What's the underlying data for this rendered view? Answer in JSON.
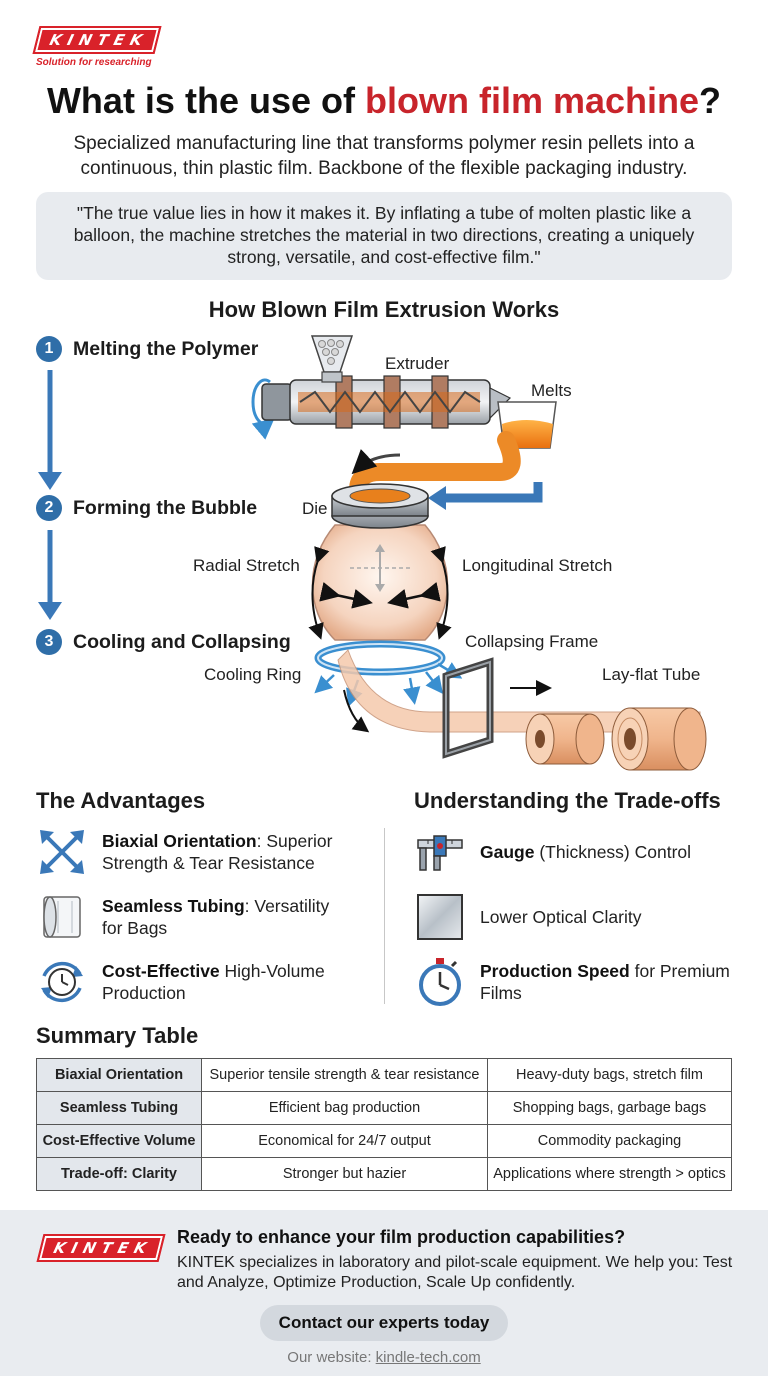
{
  "brand": {
    "name": "KINTEK",
    "tagline": "Solution for researching"
  },
  "title": {
    "prefix": "What is the use of ",
    "highlight": "blown film machine",
    "suffix": "?"
  },
  "subtitle": "Specialized manufacturing line that transforms polymer resin pellets into a continuous, thin plastic film. Backbone of the flexible packaging industry.",
  "quote": "\"The true value lies in how it makes it. By inflating a tube of molten plastic like a balloon, the machine stretches the material in two directions, creating a uniquely strong, versatile, and cost-effective film.\"",
  "process": {
    "heading": "How Blown Film Extrusion Works",
    "steps": [
      {
        "num": "1",
        "label": "Melting the Polymer"
      },
      {
        "num": "2",
        "label": "Forming the Bubble"
      },
      {
        "num": "3",
        "label": "Cooling and Collapsing"
      }
    ],
    "labels": {
      "extruder": "Extruder",
      "melts": "Melts",
      "die": "Die",
      "radial": "Radial Stretch",
      "longitudinal": "Longitudinal Stretch",
      "collapsing_frame": "Collapsing Frame",
      "cooling_ring": "Cooling Ring",
      "layflat": "Lay-flat Tube"
    }
  },
  "advantages": {
    "heading": "The Advantages",
    "items": [
      {
        "icon": "biaxial-arrows-icon",
        "bold": "Biaxial Orientation",
        "rest": ": Superior Strength & Tear Resistance"
      },
      {
        "icon": "film-roll-icon",
        "bold": "Seamless Tubing",
        "rest": ": Versatility for Bags"
      },
      {
        "icon": "cycle-clock-icon",
        "bold": "Cost-Effective",
        "rest": " High-Volume Production"
      }
    ]
  },
  "tradeoffs": {
    "heading": "Understanding the Trade-offs",
    "items": [
      {
        "icon": "caliper-icon",
        "bold": "Gauge",
        "rest": " (Thickness) Control"
      },
      {
        "icon": "clarity-pane-icon",
        "bold": "",
        "rest": "Lower Optical Clarity"
      },
      {
        "icon": "stopwatch-icon",
        "bold": "Production Speed",
        "rest": " for Premium Films"
      }
    ]
  },
  "summary": {
    "heading": "Summary Table",
    "rows": [
      [
        "Biaxial Orientation",
        "Superior tensile strength & tear resistance",
        "Heavy-duty bags, stretch film"
      ],
      [
        "Seamless Tubing",
        "Efficient bag production",
        "Shopping bags, garbage bags"
      ],
      [
        "Cost-Effective Volume",
        "Economical for 24/7 output",
        "Commodity packaging"
      ],
      [
        "Trade-off: Clarity",
        "Stronger but hazier",
        "Applications where strength > optics"
      ]
    ]
  },
  "footer": {
    "heading": "Ready to enhance your film production capabilities?",
    "body": "KINTEK specializes in laboratory and pilot-scale equipment. We help you: Test and Analyze, Optimize Production, Scale Up confidently.",
    "button": "Contact our experts today",
    "website_label": "Our website: ",
    "website": "kindle-tech.com"
  },
  "colors": {
    "accent_red": "#c8242b",
    "step_blue": "#2f6ea8",
    "melt_orange": "#f28a1c",
    "quote_bg": "#e8ebef"
  }
}
